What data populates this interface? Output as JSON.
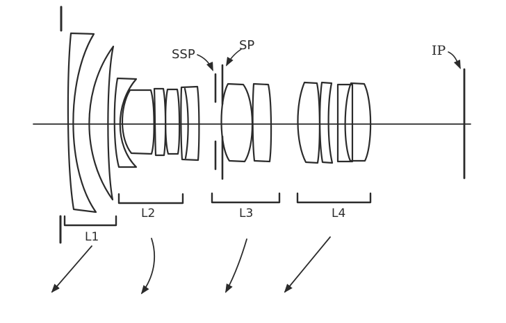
{
  "figure": {
    "kind": "zoom-lens-cross-section-diagram",
    "background_color": "#ffffff",
    "ink_color": "#2b2b2b"
  },
  "labels": {
    "ssp": "SSP",
    "sp": "SP",
    "ip": "IP"
  },
  "groups": [
    {
      "label": "L1",
      "elements_visible": 2,
      "movement_arrow": "straight-down-left"
    },
    {
      "label": "L2",
      "elements_visible": 5,
      "movement_arrow": "curved-down"
    },
    {
      "label": "L3",
      "elements_visible": 2,
      "movement_arrow": "straight-down-left"
    },
    {
      "label": "L4",
      "elements_visible": 4,
      "movement_arrow": "straight-down-left"
    }
  ]
}
